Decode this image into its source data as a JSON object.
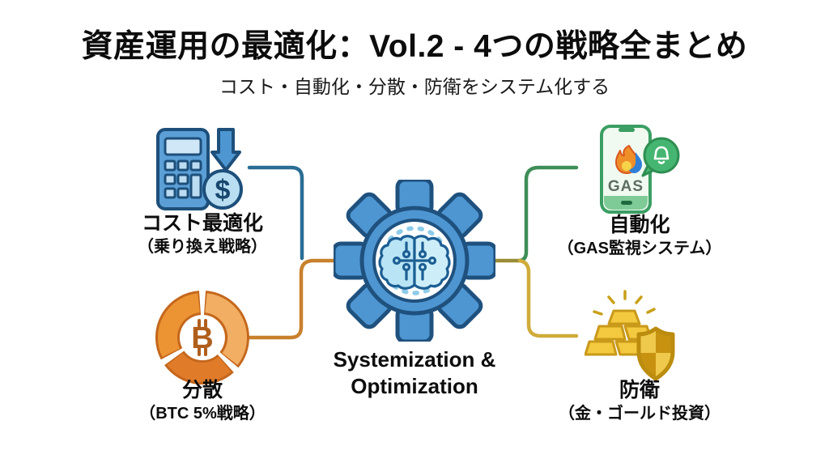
{
  "header": {
    "title": "資産運用の最適化：Vol.2 - 4つの戦略全まとめ",
    "subtitle": "コスト・自動化・分散・防衛をシステム化する"
  },
  "center": {
    "icon": "gear-brain-icon",
    "label_line1": "Systemization &",
    "label_line2": "Optimization"
  },
  "quadrants": {
    "cost": {
      "title": "コスト最適化",
      "subtitle": "（乗り換え戦略）",
      "icon": "calculator-savings-icon"
    },
    "automation": {
      "title": "自動化",
      "subtitle": "（GAS監視システム）",
      "icon": "gas-phone-alert-icon"
    },
    "diversification": {
      "title": "分散",
      "subtitle": "（BTC 5%戦略）",
      "icon": "bitcoin-donut-icon"
    },
    "defense": {
      "title": "防衛",
      "subtitle": "（金・ゴールド投資）",
      "icon": "gold-bars-shield-icon"
    }
  },
  "icon_text": {
    "gas_label": "GAS",
    "dollar_symbol": "$",
    "bitcoin_symbol": "B"
  },
  "colors": {
    "connector_cost": "#2a6d94",
    "connector_diversification": "#c8802d",
    "connector_automation": "#3e8e58",
    "connector_defense": "#cfac3a",
    "connector_hub_stub": "#9a8c36",
    "gear_blue": "#4e96d2",
    "outline_navy": "#1d4f7a",
    "accent_orange": "#ec9433",
    "accent_green": "#3b9e63",
    "accent_gold": "#e3b32c"
  }
}
